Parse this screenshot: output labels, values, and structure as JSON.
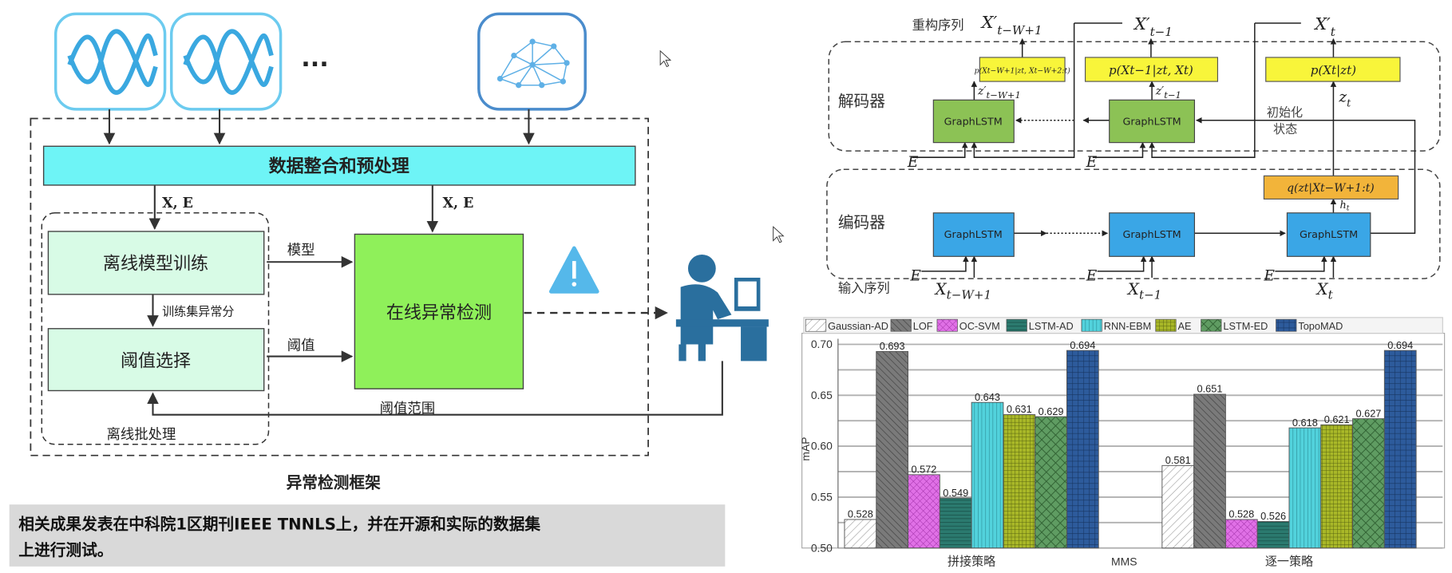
{
  "left": {
    "sources_ellipsis": "···",
    "preprocess": "数据整合和预处理",
    "xe_left": "X, E",
    "xe_right": "X, E",
    "offline_training": "离线模型训练",
    "train_anomaly_score": "训练集异常分",
    "threshold_select": "阈值选择",
    "model_label": "模型",
    "threshold_label": "阈值",
    "online_detection": "在线异常检测",
    "threshold_range": "阈值范围",
    "offline_batch": "离线批处理",
    "framework_title": "异常检测框架",
    "note_line1": "相关成果发表在中科院1区期刊IEEE TNNLS上，并在开源和实际的数据集",
    "note_line2": "上进行测试。"
  },
  "right": {
    "recon_seq": "重构序列",
    "decoder": "解码器",
    "encoder": "编码器",
    "input_seq": "输入序列",
    "init_state_1": "初始化",
    "init_state_2": "状态",
    "graphlstm": "GraphLSTM",
    "E": "E",
    "out1": {
      "base": "X′",
      "sub": "t−W+1"
    },
    "out2": {
      "base": "X′",
      "sub": "t−1"
    },
    "out3": {
      "base": "X′",
      "sub": "t"
    },
    "p1": "p(Xt−W+1|zt, Xt−W+2:t)",
    "p2": "p(Xt−1|zt, Xt)",
    "p3": "p(Xt|zt)",
    "q": "q(zt|Xt−W+1:t)",
    "z1": {
      "base": "z′",
      "sub": "t−W+1"
    },
    "z2": {
      "base": "z′",
      "sub": "t−1"
    },
    "zt": {
      "base": "z",
      "sub": "t"
    },
    "ht": {
      "base": "h",
      "sub": "t"
    },
    "in1": {
      "base": "X",
      "sub": "t−W+1"
    },
    "in2": {
      "base": "X",
      "sub": "t−1"
    },
    "in3": {
      "base": "X",
      "sub": "t"
    }
  },
  "chart_data": {
    "type": "bar",
    "title": "",
    "xlabel": "MMS",
    "ylabel": "mAP",
    "ylim": [
      0.5,
      0.7
    ],
    "yticks": [
      "0.50",
      "0.55",
      "0.60",
      "0.65",
      "0.70"
    ],
    "grid": true,
    "legend": "top",
    "categories": [
      "拼接策略",
      "逐一策略"
    ],
    "series": [
      {
        "name": "Gaussian-AD",
        "values": [
          0.528,
          0.581
        ],
        "color": "#ffffff"
      },
      {
        "name": "LOF",
        "values": [
          0.693,
          0.651
        ],
        "color": "#7a7a7a"
      },
      {
        "name": "OC-SVM",
        "values": [
          0.572,
          0.528
        ],
        "color": "#e070e6"
      },
      {
        "name": "LSTM-AD",
        "values": [
          0.549,
          0.526
        ],
        "color": "#2b7a6f"
      },
      {
        "name": "RNN-EBM",
        "values": [
          0.643,
          0.618
        ],
        "color": "#52d2dc"
      },
      {
        "name": "AE",
        "values": [
          0.631,
          0.621
        ],
        "color": "#a9b828"
      },
      {
        "name": "LSTM-ED",
        "values": [
          0.629,
          0.627
        ],
        "color": "#5f9c62"
      },
      {
        "name": "TopoMAD",
        "values": [
          0.694,
          0.694
        ],
        "color": "#2d5b9c"
      }
    ],
    "value_labels": [
      [
        "0.528",
        "0.581"
      ],
      [
        "0.693",
        "0.651"
      ],
      [
        "0.572",
        "0.528"
      ],
      [
        "0.549",
        "0.526"
      ],
      [
        "0.643",
        "0.618"
      ],
      [
        "0.631",
        "0.621"
      ],
      [
        "0.629",
        "0.627"
      ],
      [
        "0.694",
        "0.694"
      ]
    ]
  }
}
